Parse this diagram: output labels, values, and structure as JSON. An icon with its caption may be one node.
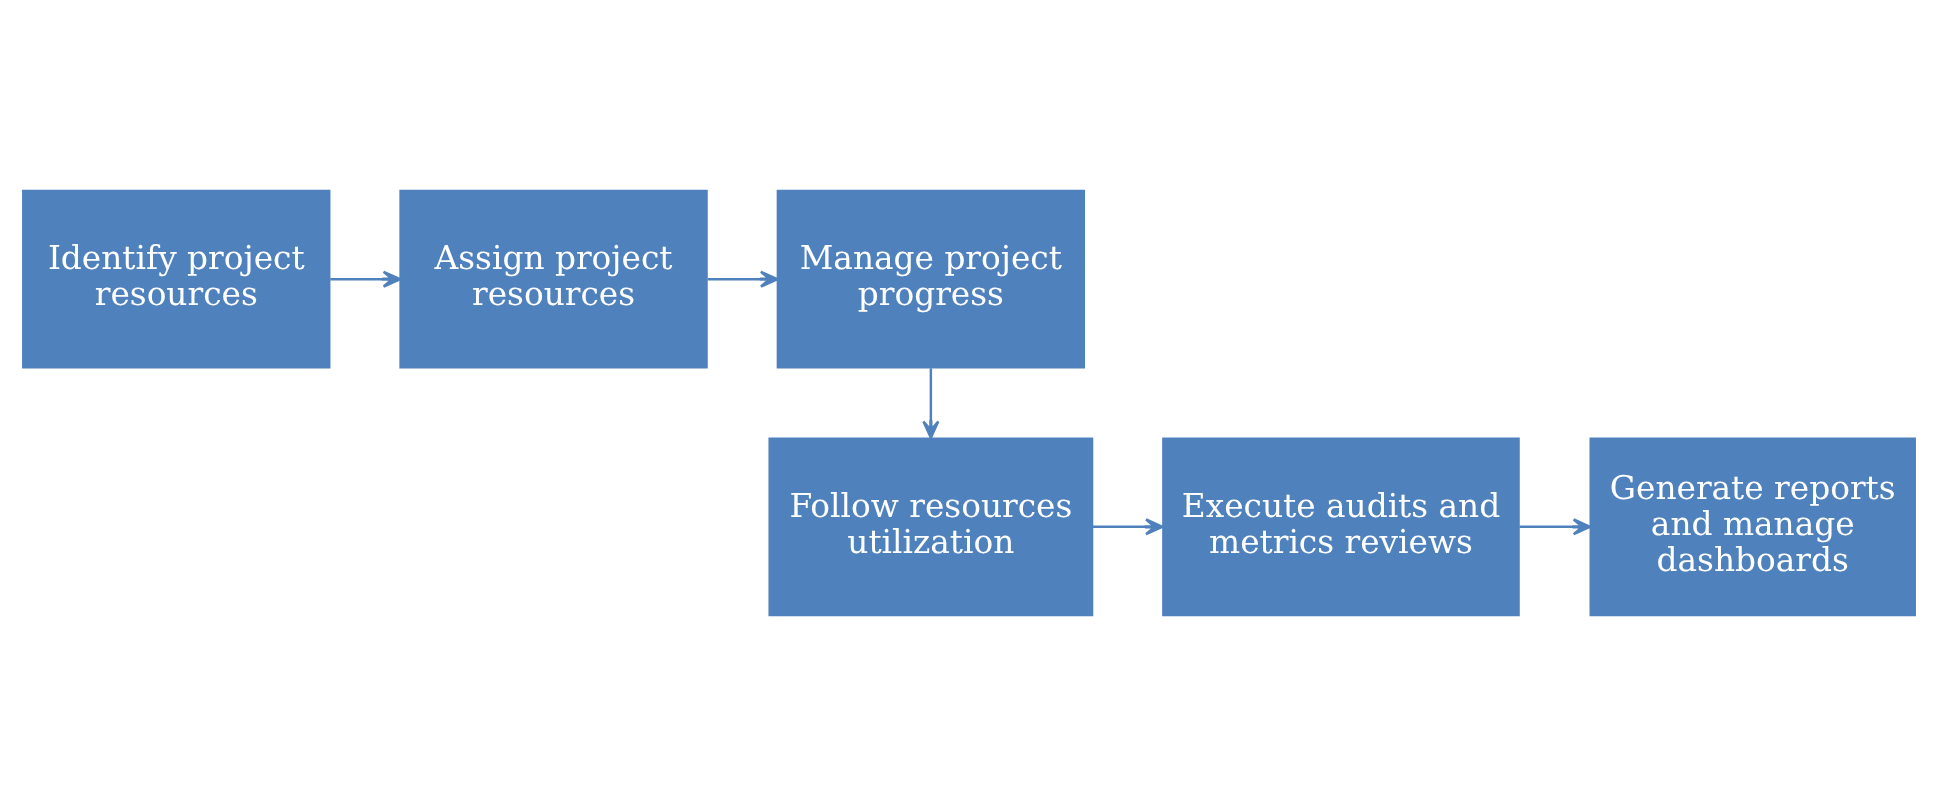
{
  "diagram": {
    "nodes": [
      {
        "text": [
          "Identify project resources"
        ]
      },
      {
        "text": [
          "Assign project resources"
        ]
      },
      {
        "text": [
          "Manage project progress"
        ]
      },
      {
        "text": [
          "Follow resources utilization"
        ]
      },
      {
        "text": [
          "Execute audits and metrics reviews"
        ]
      },
      {
        "text": [
          "Generate reports and manage dashboards"
        ]
      }
    ],
    "edges": [
      {
        "from": 0,
        "to": 1,
        "arrow": "to"
      },
      {
        "from": 1,
        "to": 2,
        "arrow": "to"
      },
      {
        "from": 2,
        "to": 3,
        "arrow": "to"
      },
      {
        "from": 3,
        "to": 4,
        "arrow": "to"
      },
      {
        "from": 4,
        "to": 5,
        "arrow": "to"
      }
    ]
  }
}
